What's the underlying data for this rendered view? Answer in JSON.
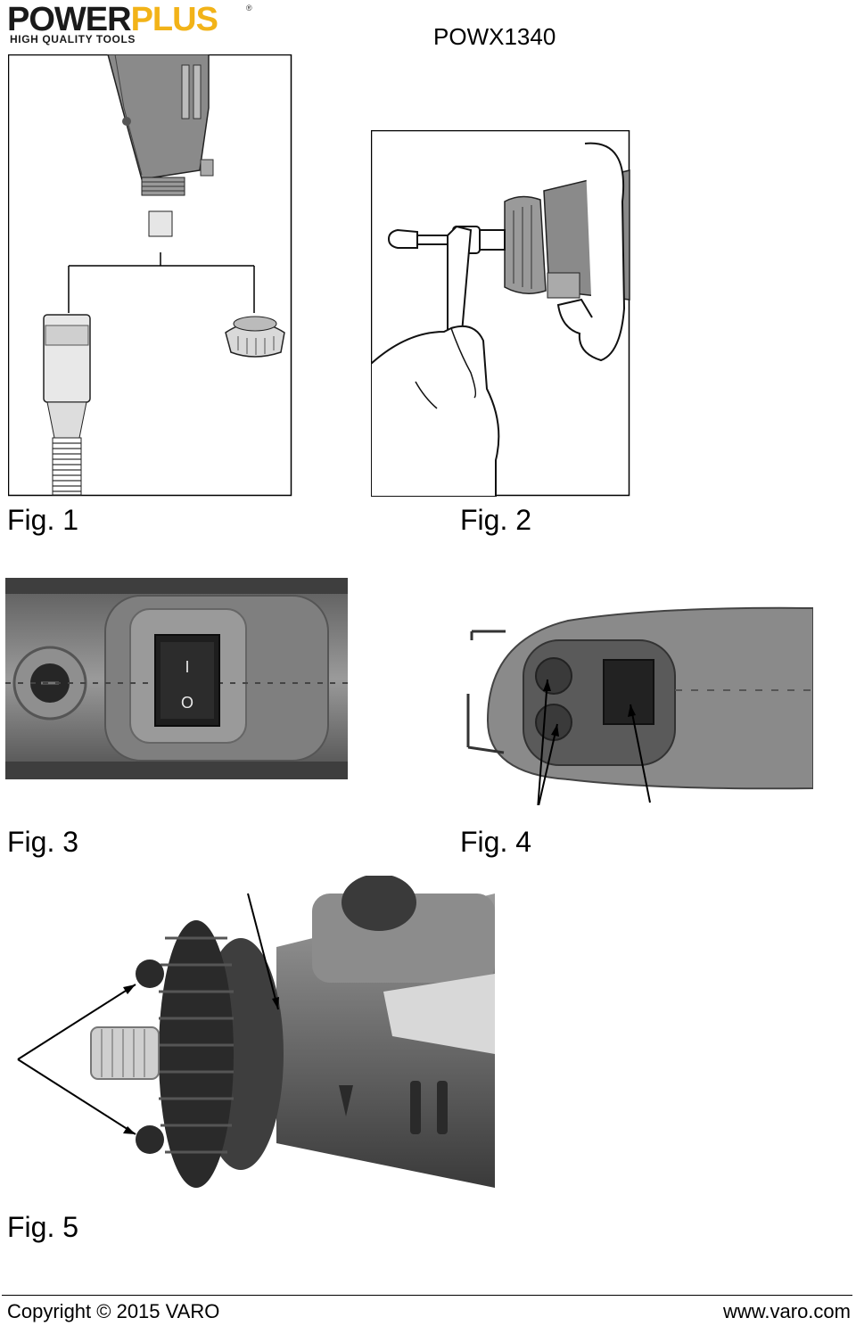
{
  "header": {
    "brand_part1": "POWER",
    "brand_part2": "PLUS",
    "brand_registered": "®",
    "tagline": "HIGH QUALITY TOOLS",
    "model": "POWX1340"
  },
  "figures": [
    {
      "label": "Fig. 1"
    },
    {
      "label": "Fig. 2"
    },
    {
      "label": "Fig. 3"
    },
    {
      "label": "Fig. 4"
    },
    {
      "label": "Fig. 5"
    }
  ],
  "switch_symbols": {
    "on": "I",
    "off": "O"
  },
  "footer": {
    "copyright": "Copyright © 2015 VARO",
    "website": "www.varo.com"
  },
  "colors": {
    "brand_yellow": "#f2b318",
    "photo_gray": "#7a7a7a",
    "photo_dark": "#2a2a2a"
  }
}
